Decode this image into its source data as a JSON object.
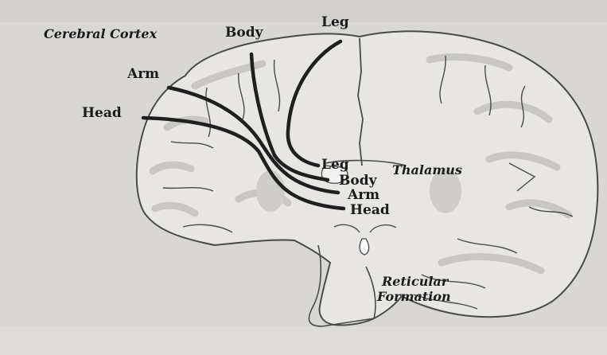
{
  "figure": {
    "labels": {
      "cerebral_cortex": "Cerebral Cortex",
      "leg_top": "Leg",
      "body_top": "Body",
      "arm_left": "Arm",
      "head_left": "Head",
      "leg_inner": "Leg",
      "body_inner": "Body",
      "arm_inner": "Arm",
      "head_inner": "Head",
      "thalamus": "Thalamus",
      "reticular": "Reticular",
      "formation": "Formation"
    },
    "colors": {
      "background": "#d9d7d4",
      "tissue": "#e8e6e3",
      "gray_matter": "#c9c7c3",
      "outline": "#4a4a4a",
      "tract": "#1f1f1f"
    }
  }
}
